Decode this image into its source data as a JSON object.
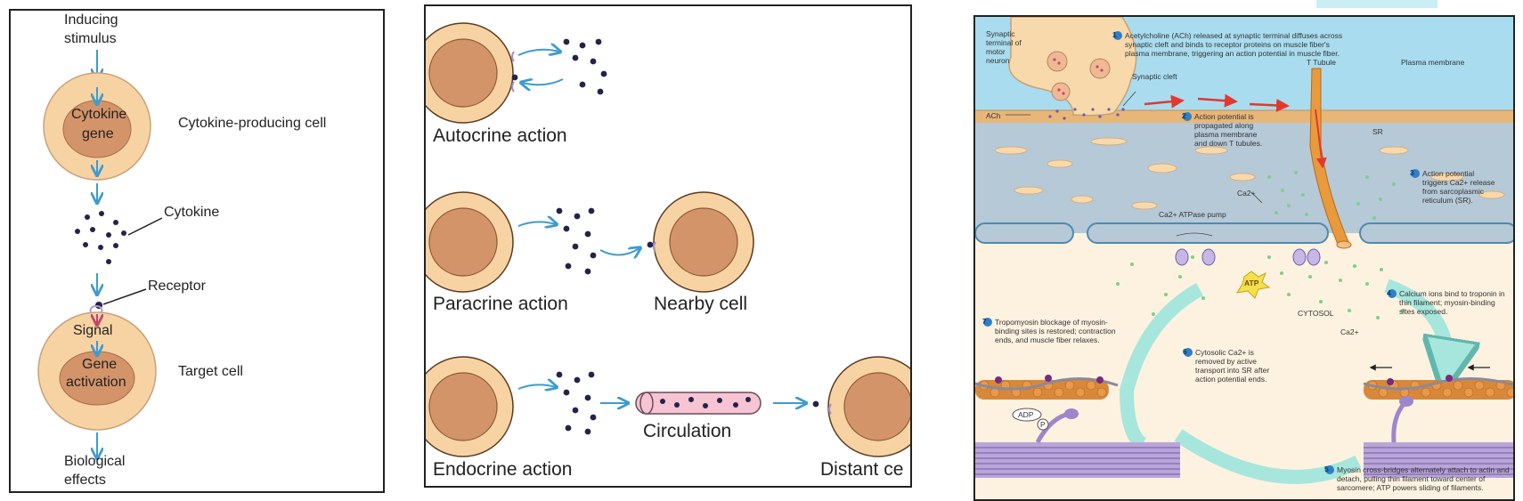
{
  "panel1": {
    "inducing": "Inducing",
    "stimulus": "stimulus",
    "cytokine_gene_1": "Cytokine",
    "cytokine_gene_2": "gene",
    "producing_cell": "Cytokine-producing cell",
    "cytokine": "Cytokine",
    "receptor": "Receptor",
    "signal": "Signal",
    "gene_act_1": "Gene",
    "gene_act_2": "activation",
    "target_cell": "Target cell",
    "bio_1": "Biological",
    "bio_2": "effects"
  },
  "panel2": {
    "autocrine": "Autocrine action",
    "paracrine": "Paracrine action",
    "nearby": "Nearby cell",
    "circulation": "Circulation",
    "endocrine": "Endocrine action",
    "distant": "Distant ce"
  },
  "panel3": {
    "terminal": "Synaptic terminal of motor neuron",
    "ach": "ACh",
    "cleft": "Synaptic cleft",
    "ttubule": "T Tubule",
    "plasma": "Plasma membrane",
    "sr": "SR",
    "step1": "Acetylcholine (ACh) released at synaptic terminal diffuses across synaptic cleft and binds to receptor proteins on muscle fiber's plasma membrane, triggering an action potential in muscle fiber.",
    "step2": "Action potential is propagated along plasma membrane and down T tubules.",
    "step3": "Action potential triggers Ca2+ release from sarcoplasmic reticulum (SR).",
    "step4": "Calcium ions bind to troponin in thin filament; myosin-binding sites exposed.",
    "step5": "Myosin cross-bridges alternately attach to actin and detach, pulling thin filament toward center of sarcomere; ATP powers sliding of filaments.",
    "step6": "Cytosolic Ca2+ is removed by active transport into SR after action potential ends.",
    "step7": "Tropomyosin blockage of myosin-binding sites is restored; contraction ends, and muscle fiber relaxes.",
    "pump": "Ca2+ ATPase pump",
    "ca_1": "Ca2+",
    "ca_2": "Ca2+",
    "atp": "ATP",
    "adp": "ADP",
    "pi": "P",
    "cytosol": "CYTOSOL",
    "n1": "1",
    "n2": "2",
    "n3": "3",
    "n4": "4",
    "n5": "5",
    "n6": "6",
    "n7": "7"
  },
  "colors": {
    "cell_outer": "#f7d3a3",
    "cell_nucleus": "#d4946a",
    "arrow_blue": "#3e9bd0",
    "dot": "#23234a",
    "water": "#a9dcef",
    "muscle_gray": "#b6c9d6",
    "neuron": "#f8d9ab",
    "ttubule": "#e99a3c",
    "ca_green": "#7bd08a",
    "teal_arrow": "#7dd6cc"
  }
}
